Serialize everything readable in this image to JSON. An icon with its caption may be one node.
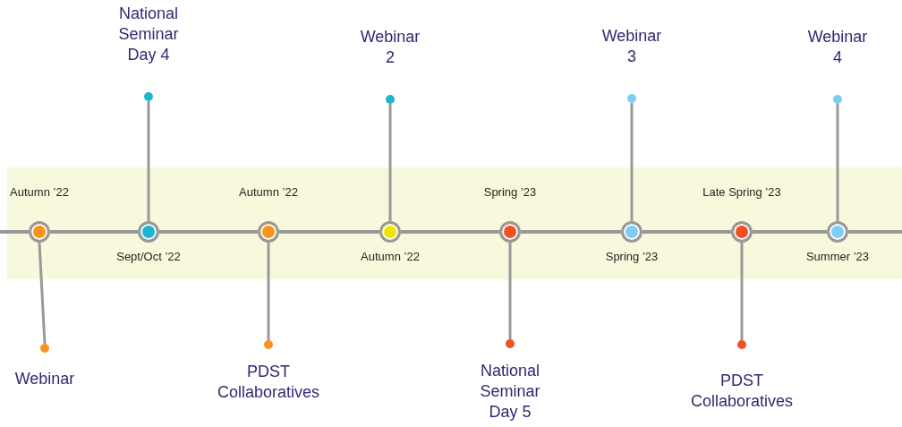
{
  "diagram": {
    "nodes": [
      {
        "text": [],
        "shape": "circle",
        "beside": [
          "Autumn ’22"
        ]
      },
      {
        "text": [],
        "shape": "circle",
        "beside": [
          "Sept/Oct ’22"
        ]
      },
      {
        "text": [],
        "shape": "circle",
        "beside": [
          "Autumn ’22"
        ]
      },
      {
        "text": [],
        "shape": "circle",
        "beside": [
          "Autumn ’22"
        ]
      },
      {
        "text": [],
        "shape": "circle",
        "beside": [
          "Spring ’23"
        ]
      },
      {
        "text": [],
        "shape": "circle",
        "beside": [
          "Spring ’23"
        ]
      },
      {
        "text": [],
        "shape": "circle",
        "beside": [
          "Late Spring ’23"
        ]
      },
      {
        "text": [],
        "shape": "circle",
        "beside": [
          "Summer ’23"
        ]
      },
      {
        "text": [
          "Webinar"
        ]
      },
      {
        "text": [
          "National Seminar Day 4"
        ]
      },
      {
        "text": [
          "PDST Collaboratives"
        ]
      },
      {
        "text": [
          "Webinar 2"
        ]
      },
      {
        "text": [
          "National Seminar Day 5"
        ]
      },
      {
        "text": [
          "Webinar 3"
        ]
      },
      {
        "text": [
          "PDST Collaboratives"
        ]
      },
      {
        "text": [
          "Webinar 4"
        ]
      }
    ],
    "edges": [
      {
        "from": null,
        "to": 0,
        "arrow": "none"
      },
      {
        "from": 0,
        "to": 1,
        "arrow": "none"
      },
      {
        "from": 1,
        "to": 2,
        "arrow": "none"
      },
      {
        "from": 2,
        "to": 3,
        "arrow": "none"
      },
      {
        "from": 3,
        "to": 4,
        "arrow": "none"
      },
      {
        "from": 4,
        "to": 5,
        "arrow": "none"
      },
      {
        "from": 5,
        "to": 6,
        "arrow": "none"
      },
      {
        "from": 6,
        "to": 7,
        "arrow": "none"
      },
      {
        "from": 7,
        "to": null,
        "arrow": "none"
      },
      {
        "from": 0,
        "to": 8,
        "arrow": "none"
      },
      {
        "from": 1,
        "to": 9,
        "arrow": "none"
      },
      {
        "from": 2,
        "to": 10,
        "arrow": "none"
      },
      {
        "from": 3,
        "to": 11,
        "arrow": "none"
      },
      {
        "from": 4,
        "to": 12,
        "arrow": "none"
      },
      {
        "from": 5,
        "to": 13,
        "arrow": "none"
      },
      {
        "from": 6,
        "to": 14,
        "arrow": "none"
      },
      {
        "from": 7,
        "to": 15,
        "arrow": "none"
      }
    ]
  }
}
